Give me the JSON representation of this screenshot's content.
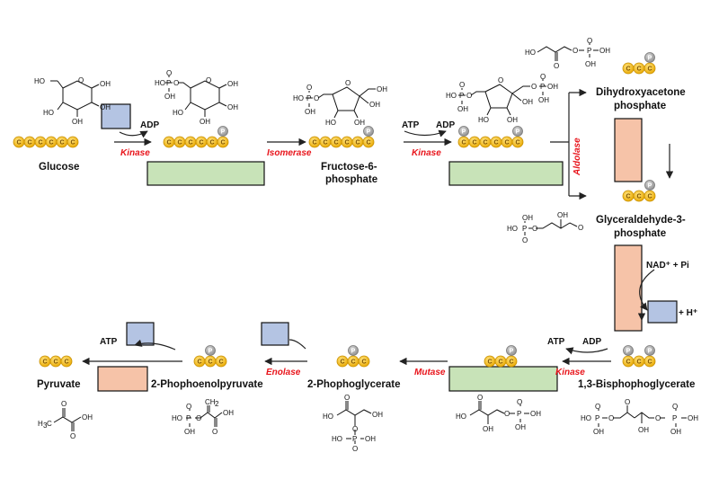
{
  "molecules": {
    "glucose": "Glucose",
    "f6p_line1": "Fructose-6-",
    "f6p_line2": "phosphate",
    "dhap_line1": "Dihydroxyacetone",
    "dhap_line2": "phosphate",
    "g3p_line1": "Glyceraldehyde-3-",
    "g3p_line2": "phosphate",
    "bpg": "1,3-Bisphophoglycerate",
    "pg2": "2-Phophoglycerate",
    "pep": "2-Phophoenolpyruvate",
    "pyruvate": "Pyruvate"
  },
  "enzymes": {
    "kinase_1": "Kinase",
    "isomerase": "Isomerase",
    "kinase_2": "Kinase",
    "aldolase": "Aldolase",
    "kinase_3": "Kinase",
    "mutase": "Mutase",
    "enolase": "Enolase"
  },
  "cofactors": {
    "adp_1": "ADP",
    "atp_2": "ATP",
    "adp_2": "ADP",
    "nad": "NAD⁺ + Pi",
    "h_plus": "+ H⁺",
    "atp_3": "ATP",
    "adp_3": "ADP",
    "atp_4": "ATP"
  },
  "bead_carbon_label": "C",
  "bead_phosphate_label": "P",
  "colors": {
    "carbon_bead": "#f5b800",
    "phosphate_bead": "#a6a6a6",
    "enzyme_text": "#e8141b",
    "blue_box": "#b4c4e3",
    "green_box": "#c8e3b8",
    "pink_box": "#f6c3a8"
  },
  "chem": {
    "HO": "HO",
    "OH": "OH",
    "O": "O",
    "P": "P",
    "H3C": "H",
    "sub3": "3",
    "C": "C",
    "CH2": "CH",
    "sub2": "2"
  }
}
